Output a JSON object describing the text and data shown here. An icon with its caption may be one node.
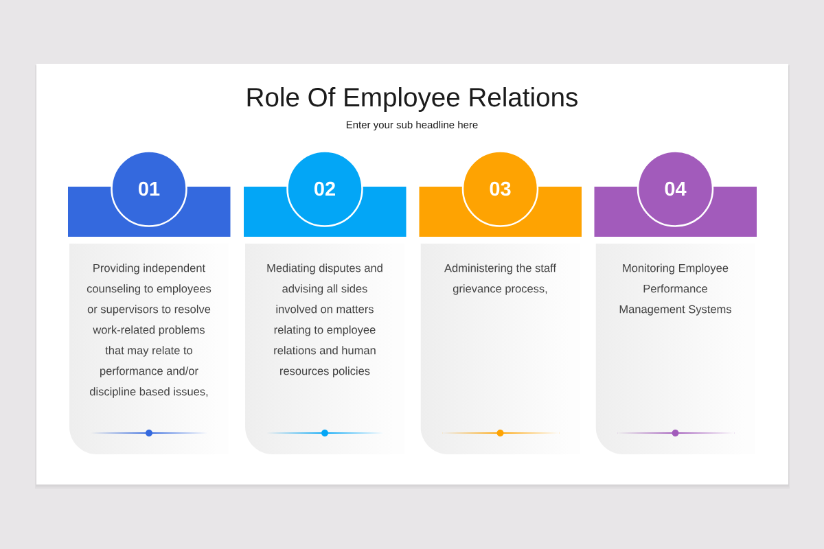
{
  "diagram": {
    "title": "Role Of Employee Relations",
    "nodes": [
      {
        "text": [
          "01"
        ]
      },
      {
        "text": [
          "Providing independent counseling to employees or supervisors to resolve work-related problems that may relate to performance and/or discipline based issues,"
        ]
      },
      {
        "text": [
          "02"
        ]
      },
      {
        "text": [
          "Mediating disputes and advising all sides involved on matters relating to employee relations and human resources policies"
        ]
      },
      {
        "text": [
          "03"
        ]
      },
      {
        "text": [
          "Administering the staff grievance process,"
        ]
      },
      {
        "text": [
          "04"
        ]
      },
      {
        "text": [
          "Monitoring Employee Performance Management Systems"
        ]
      }
    ],
    "labels": [
      "Enter your sub headline here"
    ]
  }
}
